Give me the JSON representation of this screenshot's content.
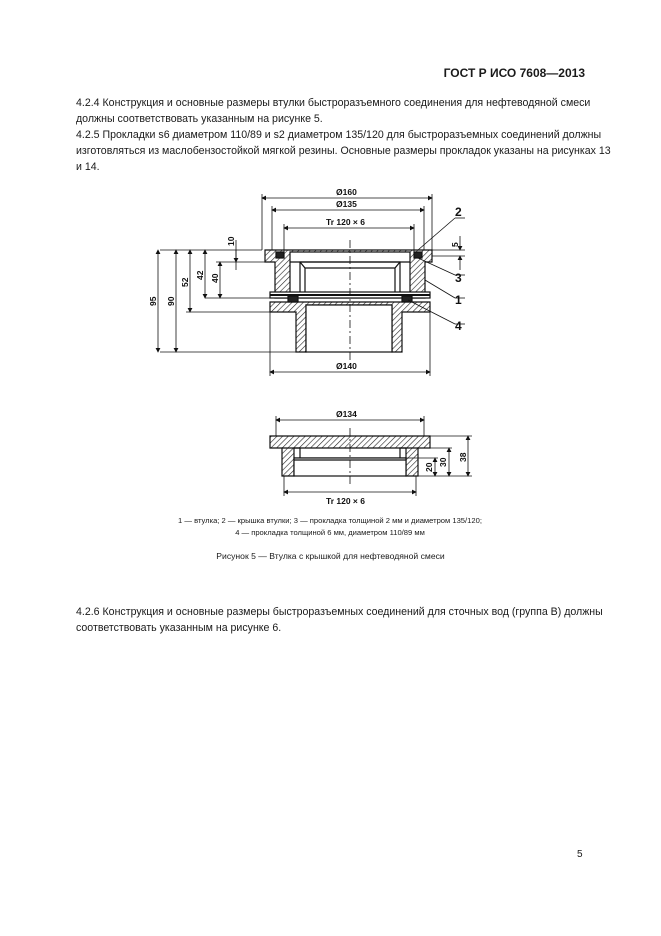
{
  "header": {
    "standard": "ГОСТ Р ИСО 7608—2013"
  },
  "paragraphs": {
    "p424": "4.2.4  Конструкция и основные размеры втулки быстроразъемного соединения для нефтеводяной смеси должны соответствовать указанным на рисунке 5.",
    "p425": "4.2.5  Прокладки s6 диаметром 110/89 и s2 диаметром 135/120 для быстроразъемных соединений должны изготовляться из маслобензостойкой мягкой резины. Основные размеры прокладок указаны на рисунках 13 и 14.",
    "p426": "4.2.6  Конструкция и основные размеры быстроразъемных соединений для сточных вод (группа В) должны соответствовать указанным на рисунке 6."
  },
  "figure": {
    "top_view": {
      "dim_d160": "Ø160",
      "dim_d135": "Ø135",
      "dim_thread": "Tr 120 × 6",
      "dim_d140": "Ø140",
      "dim_10": "10",
      "dim_42": "42",
      "dim_40": "40",
      "dim_52": "52",
      "dim_90": "90",
      "dim_95": "95",
      "dim_5": "5",
      "callout_1": "1",
      "callout_2": "2",
      "callout_3": "3",
      "callout_4": "4"
    },
    "bottom_view": {
      "dim_d134": "Ø134",
      "dim_thread": "Tr 120 × 6",
      "dim_20": "20",
      "dim_30": "30",
      "dim_38": "38"
    },
    "legend_line1": "1 — втулка; 2 — крышка втулки; 3 — прокладка толщиной 2 мм и диаметром 135/120;",
    "legend_line2": "4 — прокладка толщиной 6 мм, диаметром 110/89 мм",
    "caption": "Рисунок 5 — Втулка с крышкой для нефтеводяной смеси"
  },
  "footer": {
    "page_number": "5"
  }
}
